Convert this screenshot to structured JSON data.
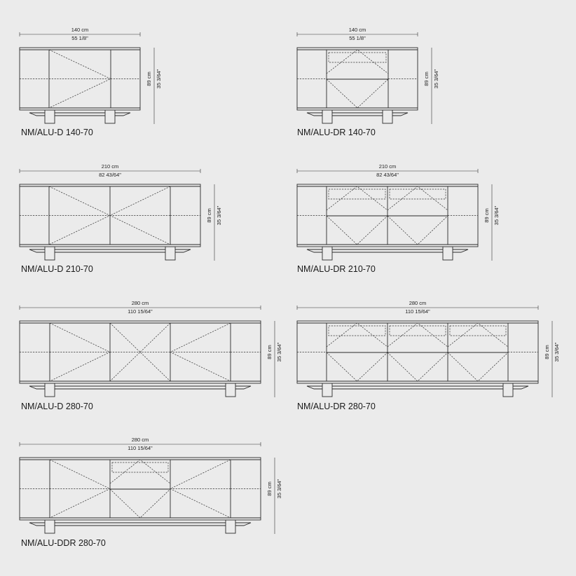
{
  "drawings": [
    {
      "name": "NM/ALU-D 140-70",
      "type": "D",
      "width_cm": "140 cm",
      "width_in": "55 1/8\"",
      "height_cm": "89 cm",
      "height_in": "35 3/64\"",
      "modules": [
        "door",
        "door"
      ]
    },
    {
      "name": "NM/ALU-DR 140-70",
      "type": "DR",
      "width_cm": "140 cm",
      "width_in": "55 1/8\"",
      "height_cm": "89 cm",
      "height_in": "35 3/64\"",
      "modules": [
        "drawer-door"
      ]
    },
    {
      "name": "NM/ALU-D 210-70",
      "type": "D",
      "width_cm": "210 cm",
      "width_in": "82 43/64\"",
      "height_cm": "89 cm",
      "height_in": "35 3/64\"",
      "modules": [
        "door",
        "door"
      ]
    },
    {
      "name": "NM/ALU-DR 210-70",
      "type": "DR",
      "width_cm": "210 cm",
      "width_in": "82 43/64\"",
      "height_cm": "89 cm",
      "height_in": "35 3/64\"",
      "modules": [
        "drawer-door",
        "drawer-door"
      ]
    },
    {
      "name": "NM/ALU-D 280-70",
      "type": "D",
      "width_cm": "280 cm",
      "width_in": "110 15/64\"",
      "height_cm": "89 cm",
      "height_in": "35 3/64\"",
      "modules": [
        "door",
        "door",
        "door"
      ]
    },
    {
      "name": "NM/ALU-DR 280-70",
      "type": "DR",
      "width_cm": "280 cm",
      "width_in": "110 15/64\"",
      "height_cm": "89 cm",
      "height_in": "35 3/64\"",
      "modules": [
        "drawer-door",
        "drawer-door",
        "drawer-door"
      ]
    },
    {
      "name": "NM/ALU-DDR 280-70",
      "type": "DDR",
      "width_cm": "280 cm",
      "width_in": "110 15/64\"",
      "height_cm": "89 cm",
      "height_in": "35 3/64\"",
      "modules": [
        "door",
        "drawer-door",
        "door"
      ]
    }
  ]
}
